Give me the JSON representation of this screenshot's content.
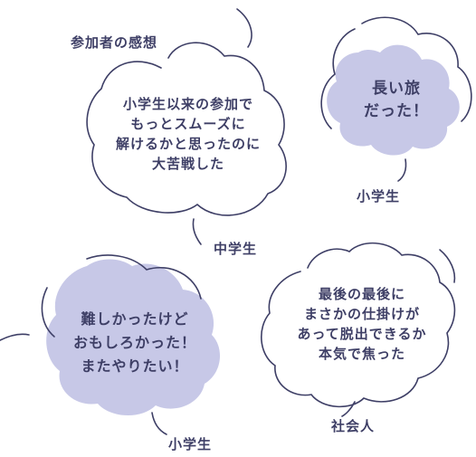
{
  "title": "参加者の感想",
  "colors": {
    "ink": "#3e3f66",
    "fill": "#c7c8e7",
    "shadow": "#c7c8e7"
  },
  "comments": [
    {
      "lines": [
        "小学生以来の参加で",
        "もっとスムーズに",
        "解けるかと思ったのに",
        "大苦戦した"
      ],
      "speaker": "中学生"
    },
    {
      "lines": [
        "長い旅",
        "だった！"
      ],
      "speaker": "小学生"
    },
    {
      "lines": [
        "難しかったけど",
        "おもしろかった！",
        "またやりたい！"
      ],
      "speaker": "小学生"
    },
    {
      "lines": [
        "最後の最後に",
        "まさかの仕掛けが",
        "あって脱出できるか",
        "本気で焦った"
      ],
      "speaker": "社会人"
    }
  ]
}
